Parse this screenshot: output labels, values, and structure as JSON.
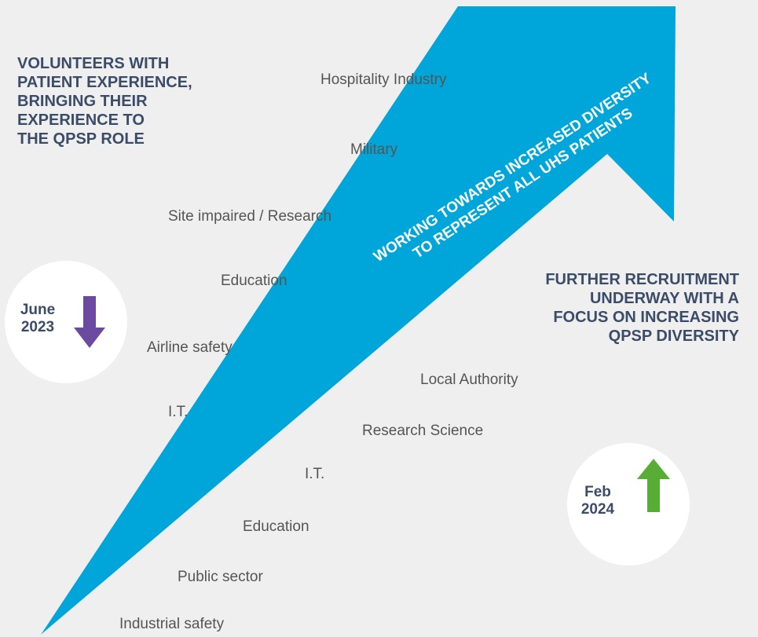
{
  "heading_left": [
    "VOLUNTEERS WITH",
    "PATIENT EXPERIENCE,",
    "BRINGING THEIR",
    "EXPERIENCE TO",
    "THE QPSP ROLE"
  ],
  "heading_right": [
    "FURTHER RECRUITMENT",
    "UNDERWAY WITH A",
    "FOCUS ON INCREASING",
    "QPSP DIVERSITY"
  ],
  "arrow": {
    "line1": "WORKING TOWARDS INCREASED DIVERSITY",
    "line2": "TO REPRESENT ALL UHS PATIENTS",
    "color": "#00a6d9"
  },
  "sectors_upper": [
    "Hospitality Industry",
    "Military",
    "Site impaired / Research",
    "Education",
    "Airline safety",
    "I.T."
  ],
  "sectors_lower": [
    "Local Authority",
    "Research Science",
    "I.T.",
    "Education",
    "Public sector",
    "Industrial safety"
  ],
  "milestone_start": {
    "month": "June",
    "year": "2023",
    "arrow_icon": "arrow-down-icon",
    "arrow_color": "#6b4aa0"
  },
  "milestone_end": {
    "month": "Feb",
    "year": "2024",
    "arrow_icon": "arrow-up-icon",
    "arrow_color": "#58ae35"
  },
  "colors": {
    "background": "#efefef",
    "heading": "#3b4c68",
    "sector_text": "#555555"
  }
}
